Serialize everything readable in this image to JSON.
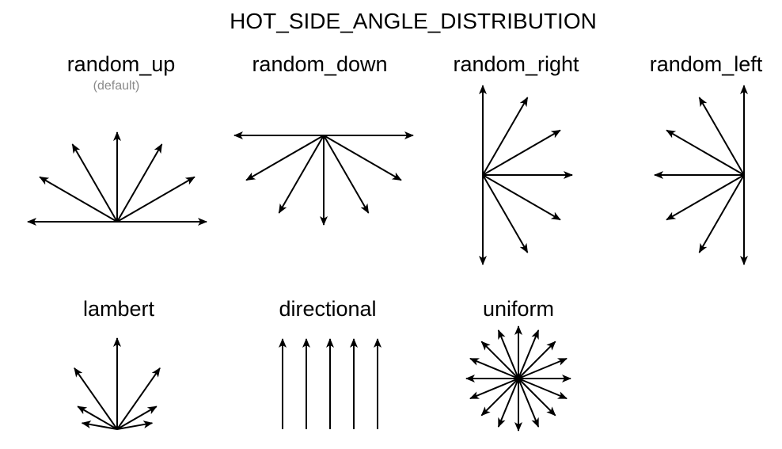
{
  "title": "HOT_SIDE_ANGLE_DISTRIBUTION",
  "panels": [
    {
      "key": "random_up",
      "label": "random_up",
      "note": "(default)"
    },
    {
      "key": "random_down",
      "label": "random_down"
    },
    {
      "key": "random_right",
      "label": "random_right"
    },
    {
      "key": "random_left",
      "label": "random_left"
    },
    {
      "key": "lambert",
      "label": "lambert"
    },
    {
      "key": "directional",
      "label": "directional"
    },
    {
      "key": "uniform",
      "label": "uniform"
    }
  ],
  "colors": {
    "ink": "#000000",
    "note": "#8a8a8a",
    "background": "#ffffff"
  }
}
